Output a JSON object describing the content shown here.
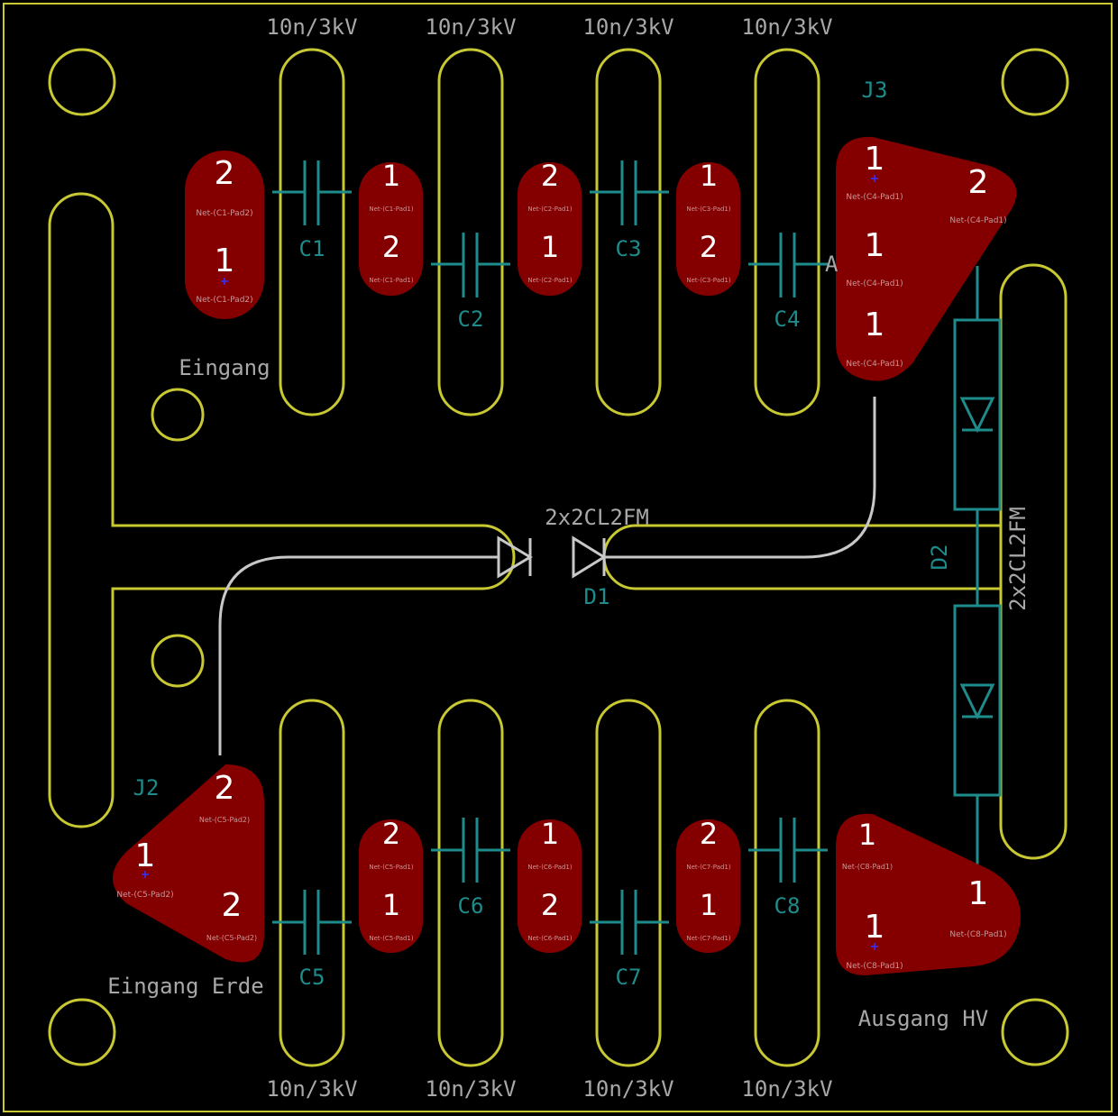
{
  "colors": {
    "background": "#000000",
    "edge_cuts": "#c8c832",
    "pad": "#840000",
    "silk_text": "#a8a8a8",
    "fab_text": "#1e8c8c",
    "track": "#c8c8c8",
    "pad_number": "#ffffff",
    "net_label": "#c89696"
  },
  "values": {
    "c_top": [
      "10n/3kV",
      "10n/3kV",
      "10n/3kV",
      "10n/3kV"
    ],
    "c_bottom": [
      "10n/3kV",
      "10n/3kV",
      "10n/3kV",
      "10n/3kV"
    ],
    "d1": "2x2CL2FM",
    "d2": "2x2CL2FM"
  },
  "refs": {
    "C1": "C1",
    "C2": "C2",
    "C3": "C3",
    "C4": "C4",
    "C5": "C5",
    "C6": "C6",
    "C7": "C7",
    "C8": "C8",
    "D1": "D1",
    "D2": "D2",
    "J2": "J2",
    "J3": "J3",
    "J3_partial": "A"
  },
  "labels": {
    "eingang": "Eingang",
    "eingang_erde": "Eingang Erde",
    "ausgang_hv": "Ausgang HV"
  },
  "pads": {
    "c1_top": {
      "num": "2",
      "net": "Net-(C1-Pad2)"
    },
    "c1_bot": {
      "num": "1",
      "net": "Net-(C1-Pad2)"
    },
    "c1p1_top": {
      "num": "1",
      "net": "Net-(C1-Pad1)"
    },
    "c1p1_bot": {
      "num": "2",
      "net": "Net-(C1-Pad1)"
    },
    "c2_top": {
      "num": "2",
      "net": "Net-(C2-Pad1)"
    },
    "c2_bot": {
      "num": "1",
      "net": "Net-(C2-Pad1)"
    },
    "c3_top": {
      "num": "1",
      "net": "Net-(C3-Pad1)"
    },
    "c3_bot": {
      "num": "2",
      "net": "Net-(C3-Pad1)"
    },
    "j3_a": {
      "num": "1",
      "net": "Net-(C4-Pad1)"
    },
    "j3_b": {
      "num": "2",
      "net": "Net-(C4-Pad1)"
    },
    "j3_c": {
      "num": "1",
      "net": "Net-(C4-Pad1)"
    },
    "j3_d": {
      "num": "1",
      "net": "Net-(C4-Pad1)"
    },
    "j2_a": {
      "num": "2",
      "net": "Net-(C5-Pad2)"
    },
    "j2_b": {
      "num": "1",
      "net": "Net-(C5-Pad2)"
    },
    "j2_c": {
      "num": "2",
      "net": "Net-(C5-Pad2)"
    },
    "c5_top": {
      "num": "2",
      "net": "Net-(C5-Pad1)"
    },
    "c5_bot": {
      "num": "1",
      "net": "Net-(C5-Pad1)"
    },
    "c6_top": {
      "num": "1",
      "net": "Net-(C6-Pad1)"
    },
    "c6_bot": {
      "num": "2",
      "net": "Net-(C6-Pad1)"
    },
    "c7_top": {
      "num": "2",
      "net": "Net-(C7-Pad1)"
    },
    "c7_bot": {
      "num": "1",
      "net": "Net-(C7-Pad1)"
    },
    "c8_a": {
      "num": "1",
      "net": "Net-(C8-Pad1)"
    },
    "c8_b": {
      "num": "1",
      "net": "Net-(C8-Pad1)"
    },
    "c8_c": {
      "num": "1",
      "net": "Net-(C8-Pad1)"
    }
  }
}
